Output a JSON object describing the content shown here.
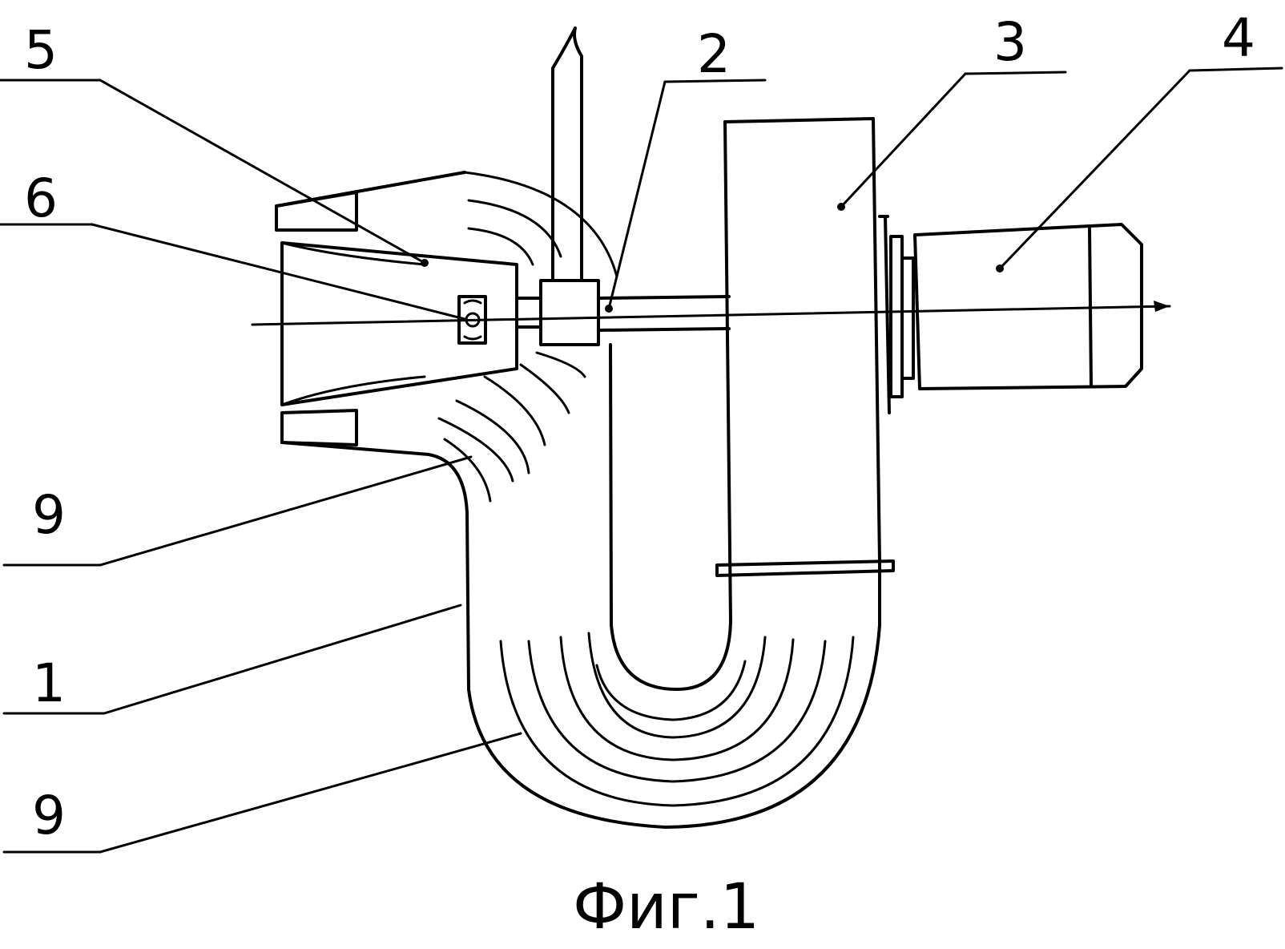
{
  "figure": {
    "caption": "Фиг.1",
    "labels": {
      "l5": "5",
      "l6": "6",
      "l9a": "9",
      "l1": "1",
      "l9b": "9",
      "l2": "2",
      "l3": "3",
      "l4": "4"
    }
  },
  "colors": {
    "ink": "#000000",
    "paper": "#ffffff"
  }
}
